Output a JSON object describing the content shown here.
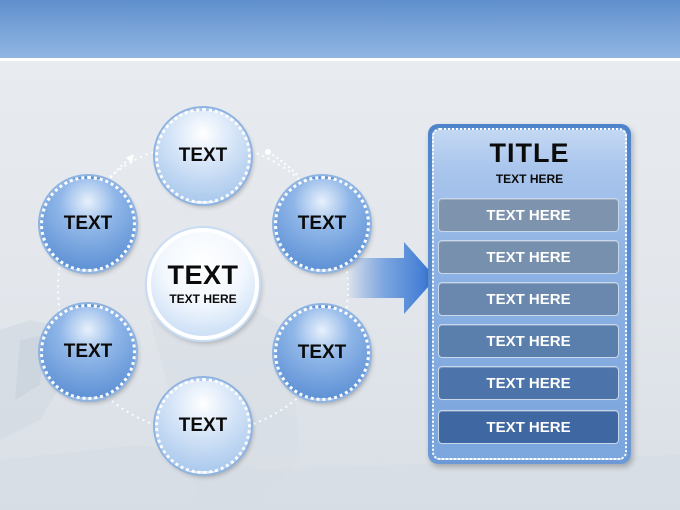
{
  "diagram": {
    "center": {
      "title": "TEXT",
      "subtitle": "TEXT HERE"
    },
    "nodes": [
      {
        "label": "TEXT",
        "style": "light"
      },
      {
        "label": "TEXT",
        "style": "dark"
      },
      {
        "label": "TEXT",
        "style": "dark"
      },
      {
        "label": "TEXT",
        "style": "light"
      },
      {
        "label": "TEXT",
        "style": "dark"
      },
      {
        "label": "TEXT",
        "style": "dark"
      }
    ]
  },
  "panel": {
    "title": "TITLE",
    "subtitle": "TEXT HERE",
    "items": [
      {
        "label": "TEXT HERE",
        "color": "#7e93ad"
      },
      {
        "label": "TEXT HERE",
        "color": "#7790ad"
      },
      {
        "label": "TEXT HERE",
        "color": "#6a88ad"
      },
      {
        "label": "TEXT HERE",
        "color": "#5b7fad"
      },
      {
        "label": "TEXT HERE",
        "color": "#4d74aa"
      },
      {
        "label": "TEXT HERE",
        "color": "#3f67a2"
      }
    ]
  },
  "colors": {
    "header": "#6f9bd4",
    "node_light": "#9cc0ea",
    "node_dark": "#4f86cf",
    "arrow": "#2f6fd0",
    "panel_border": "#4d84cc"
  }
}
